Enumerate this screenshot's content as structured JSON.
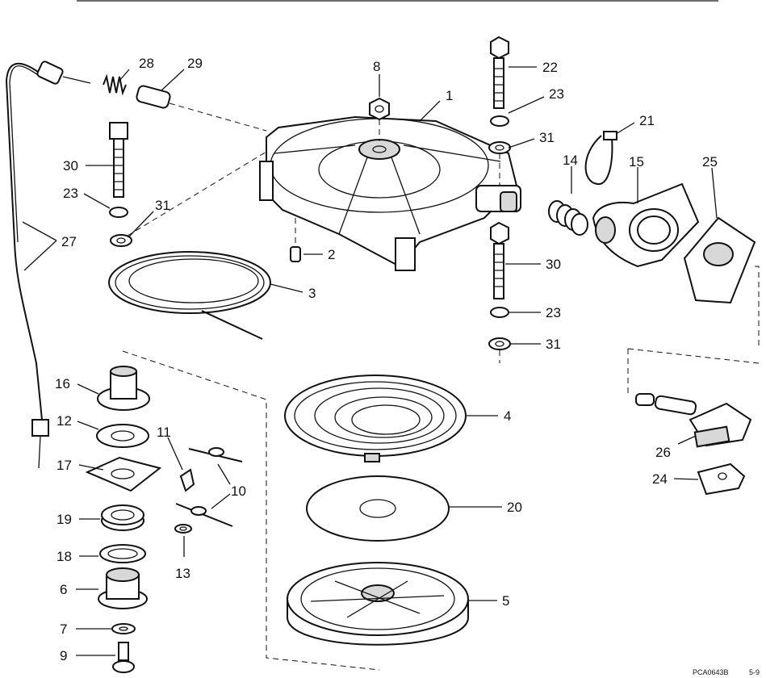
{
  "callouts": [
    {
      "id": "c1",
      "text": "1"
    },
    {
      "id": "c2",
      "text": "2"
    },
    {
      "id": "c3",
      "text": "3"
    },
    {
      "id": "c4",
      "text": "4"
    },
    {
      "id": "c5",
      "text": "5"
    },
    {
      "id": "c6",
      "text": "6"
    },
    {
      "id": "c7",
      "text": "7"
    },
    {
      "id": "c8",
      "text": "8"
    },
    {
      "id": "c9",
      "text": "9"
    },
    {
      "id": "c10",
      "text": "10"
    },
    {
      "id": "c11",
      "text": "11"
    },
    {
      "id": "c12",
      "text": "12"
    },
    {
      "id": "c13",
      "text": "13"
    },
    {
      "id": "c14",
      "text": "14"
    },
    {
      "id": "c15",
      "text": "15"
    },
    {
      "id": "c16",
      "text": "16"
    },
    {
      "id": "c17",
      "text": "17"
    },
    {
      "id": "c18",
      "text": "18"
    },
    {
      "id": "c19",
      "text": "19"
    },
    {
      "id": "c20",
      "text": "20"
    },
    {
      "id": "c21",
      "text": "21"
    },
    {
      "id": "c22",
      "text": "22"
    },
    {
      "id": "c23a",
      "text": "23"
    },
    {
      "id": "c23b",
      "text": "23"
    },
    {
      "id": "c23c",
      "text": "23"
    },
    {
      "id": "c24",
      "text": "24"
    },
    {
      "id": "c25",
      "text": "25"
    },
    {
      "id": "c26",
      "text": "26"
    },
    {
      "id": "c27",
      "text": "27"
    },
    {
      "id": "c28",
      "text": "28"
    },
    {
      "id": "c29",
      "text": "29"
    },
    {
      "id": "c30a",
      "text": "30"
    },
    {
      "id": "c30b",
      "text": "30"
    },
    {
      "id": "c31a",
      "text": "31"
    },
    {
      "id": "c31b",
      "text": "31"
    },
    {
      "id": "c31c",
      "text": "31"
    }
  ],
  "footer": {
    "drawing_code": "PCA0643B",
    "date_code": "5-9"
  }
}
